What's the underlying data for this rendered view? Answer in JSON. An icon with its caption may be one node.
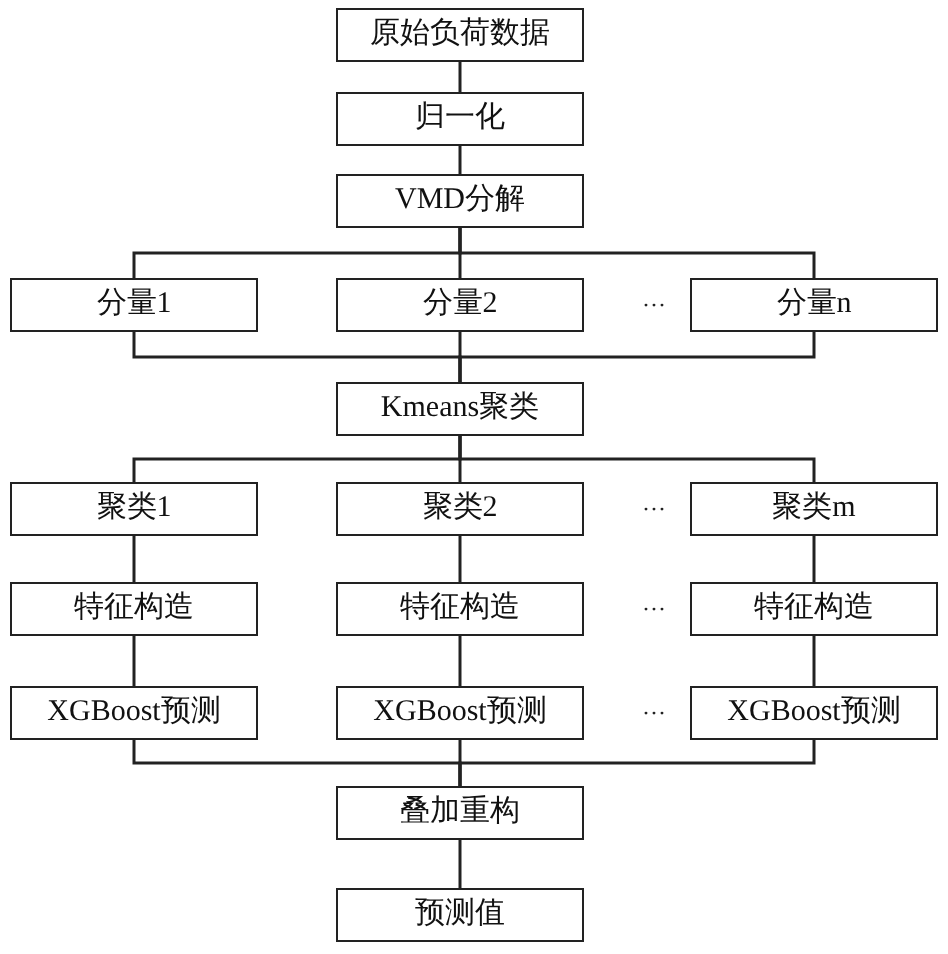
{
  "diagram": {
    "nodes": [
      {
        "text": [
          "原始负荷数据"
        ]
      },
      {
        "text": [
          "归一化"
        ]
      },
      {
        "text": [
          "VMD分解"
        ]
      },
      {
        "text": [
          "分量1"
        ]
      },
      {
        "text": [
          "分量2"
        ]
      },
      {
        "text": [
          "分量n"
        ]
      },
      {
        "text": [
          "Kmeans聚类"
        ]
      },
      {
        "text": [
          "聚类1"
        ]
      },
      {
        "text": [
          "聚类2"
        ]
      },
      {
        "text": [
          "聚类m"
        ]
      },
      {
        "text": [
          "特征构造"
        ]
      },
      {
        "text": [
          "特征构造"
        ]
      },
      {
        "text": [
          "特征构造"
        ]
      },
      {
        "text": [
          "XGBoost预测"
        ]
      },
      {
        "text": [
          "XGBoost预测"
        ]
      },
      {
        "text": [
          "XGBoost预测"
        ]
      },
      {
        "text": [
          "叠加重构"
        ]
      },
      {
        "text": [
          "预测值"
        ]
      }
    ],
    "edges": [
      {
        "from": 0,
        "to": 1,
        "arrow": "none"
      },
      {
        "from": 1,
        "to": 2,
        "arrow": "none"
      },
      {
        "from": 2,
        "to": 3,
        "arrow": "none"
      },
      {
        "from": 2,
        "to": 4,
        "arrow": "none"
      },
      {
        "from": 2,
        "to": 5,
        "arrow": "none"
      },
      {
        "from": 3,
        "to": 6,
        "arrow": "none"
      },
      {
        "from": 4,
        "to": 6,
        "arrow": "none"
      },
      {
        "from": 5,
        "to": 6,
        "arrow": "none"
      },
      {
        "from": 6,
        "to": 7,
        "arrow": "none"
      },
      {
        "from": 6,
        "to": 8,
        "arrow": "none"
      },
      {
        "from": 6,
        "to": 9,
        "arrow": "none"
      },
      {
        "from": 7,
        "to": 10,
        "arrow": "none"
      },
      {
        "from": 8,
        "to": 11,
        "arrow": "none"
      },
      {
        "from": 9,
        "to": 12,
        "arrow": "none"
      },
      {
        "from": 10,
        "to": 13,
        "arrow": "none"
      },
      {
        "from": 11,
        "to": 14,
        "arrow": "none"
      },
      {
        "from": 12,
        "to": 15,
        "arrow": "none"
      },
      {
        "from": 13,
        "to": 16,
        "arrow": "none"
      },
      {
        "from": 14,
        "to": 16,
        "arrow": "none"
      },
      {
        "from": 15,
        "to": 16,
        "arrow": "none"
      },
      {
        "from": 16,
        "to": 17,
        "arrow": "none"
      }
    ],
    "labels": [
      "···",
      "···",
      "···",
      "···"
    ]
  }
}
